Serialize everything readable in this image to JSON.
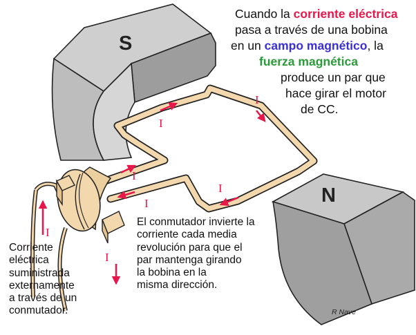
{
  "poles": {
    "south": "S",
    "north": "N"
  },
  "current_symbol": "I",
  "colors": {
    "accent_red": "#e8174b",
    "accent_blue": "#3a2fd6",
    "accent_green": "#2c9a3a",
    "magnet_fill": "#b9b9b9",
    "coil_fill": "#f3d7ad"
  },
  "main_text": {
    "l1_pre": "Cuando la ",
    "l1_hl": "corriente eléctrica",
    "l2": "pasa a través de una bobina",
    "l3_pre": "en un ",
    "l3_hl": "campo magnético",
    "l3_post": ", la",
    "l4_hl": "fuerza magnética",
    "l5": "produce un par que",
    "l6": "hace girar el motor",
    "l7": "de CC."
  },
  "commutator_text": [
    "El conmutador invierte la",
    "corriente cada media",
    "revolución para que el",
    "par mantenga girando",
    "la bobina en la",
    "misma dirección."
  ],
  "supply_text": [
    "Corriente",
    "eléctrica",
    "suministrada",
    "externamente",
    "a través de un",
    "conmutador."
  ],
  "credit": "R Nave"
}
